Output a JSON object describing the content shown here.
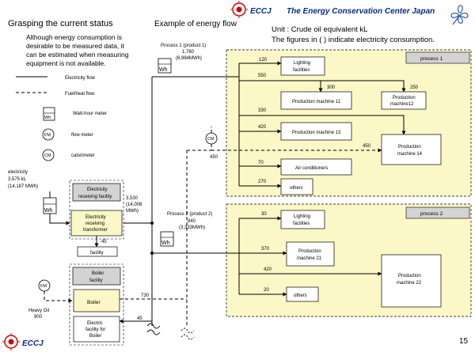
{
  "header": {
    "org_short": "ECCJ",
    "org_name": "The Energy Conservation Center Japan"
  },
  "slide": {
    "title": "Grasping the current status",
    "subtitle": "Example of energy flow",
    "unit_line": "Unit : Crude oil equivalent kL",
    "paren_note": "The figures in ( ) indicate electricity consumption.",
    "intro_lines": [
      "Although energy consumption is",
      "desirable to be measured data, it",
      "can be estimated when measuring",
      "equipment is not available."
    ],
    "page_number": "15",
    "footer_logo": "ECCJ"
  },
  "legend": {
    "electricity_flow": "Electricity flow",
    "fuel_heat_flow": "Fuel/heat flow",
    "wh_meter": "Watt-hour meter",
    "flow_meter": "flow meter",
    "calorimeter": "calorimeter",
    "wh": "Wh",
    "fm": "FM",
    "cm": "CM"
  },
  "inputs": {
    "electricity_lines": [
      "electricity",
      "3,575 kL",
      "(14,187 MWh)"
    ],
    "heavy_oil_lines": [
      "Heavy Oil",
      "900"
    ],
    "receiving_total_lines": [
      "3,530",
      "(14,008",
      "MWh)"
    ]
  },
  "facilities": {
    "receiving_facility": [
      "Electricity",
      "receiving facility"
    ],
    "transformer": [
      "Electricity",
      "receiving",
      "transformer"
    ],
    "transformer_loss": "45",
    "facility": "facility",
    "boiler_facility": [
      "Boiler",
      "facility"
    ],
    "boiler": "Boiler",
    "electric_for_boiler": [
      "Electric",
      "facility for",
      "Boiler"
    ],
    "boiler_steam_value": "730",
    "boiler_elec_value": "45"
  },
  "process1": {
    "label": "process 1",
    "meter_lines": [
      "Process 1 (product 1)",
      "1,760",
      "(6,984MWh)"
    ],
    "main_value": "550",
    "cm_value": "450",
    "values": {
      "lighting": "120",
      "to_m11": "300",
      "to_m12": "250",
      "row_330": "330",
      "to_m13": "420",
      "to_m14": "450",
      "to_ac": "70",
      "to_others": "270"
    },
    "boxes": {
      "lighting": [
        "Lighting",
        "facilities"
      ],
      "m11": [
        "Production machine 11"
      ],
      "m12": [
        "Production",
        "machine12"
      ],
      "m13": [
        "Production machine 13"
      ],
      "m14": [
        "Production",
        "machine 14"
      ],
      "ac": [
        "Air conditioners"
      ],
      "others": [
        "others"
      ]
    }
  },
  "process2": {
    "label": "process 2",
    "meter_lines": [
      "Process 2 (product 2)",
      "840",
      "(3,333MWh)"
    ],
    "values": {
      "lighting": "30",
      "to_m21": "370",
      "to_m22": "420",
      "to_others": "20"
    },
    "boxes": {
      "lighting": [
        "Lighting",
        "facilities"
      ],
      "m21": [
        "Production",
        "machine 21"
      ],
      "m22": [
        "Production",
        "machine 22"
      ],
      "others": [
        "others"
      ]
    }
  },
  "colors": {
    "accent_red": "#cc0000",
    "header_blue": "#0a2a8c",
    "process_fill": "#fbf7c6",
    "gray_box": "#d3d3d3"
  }
}
